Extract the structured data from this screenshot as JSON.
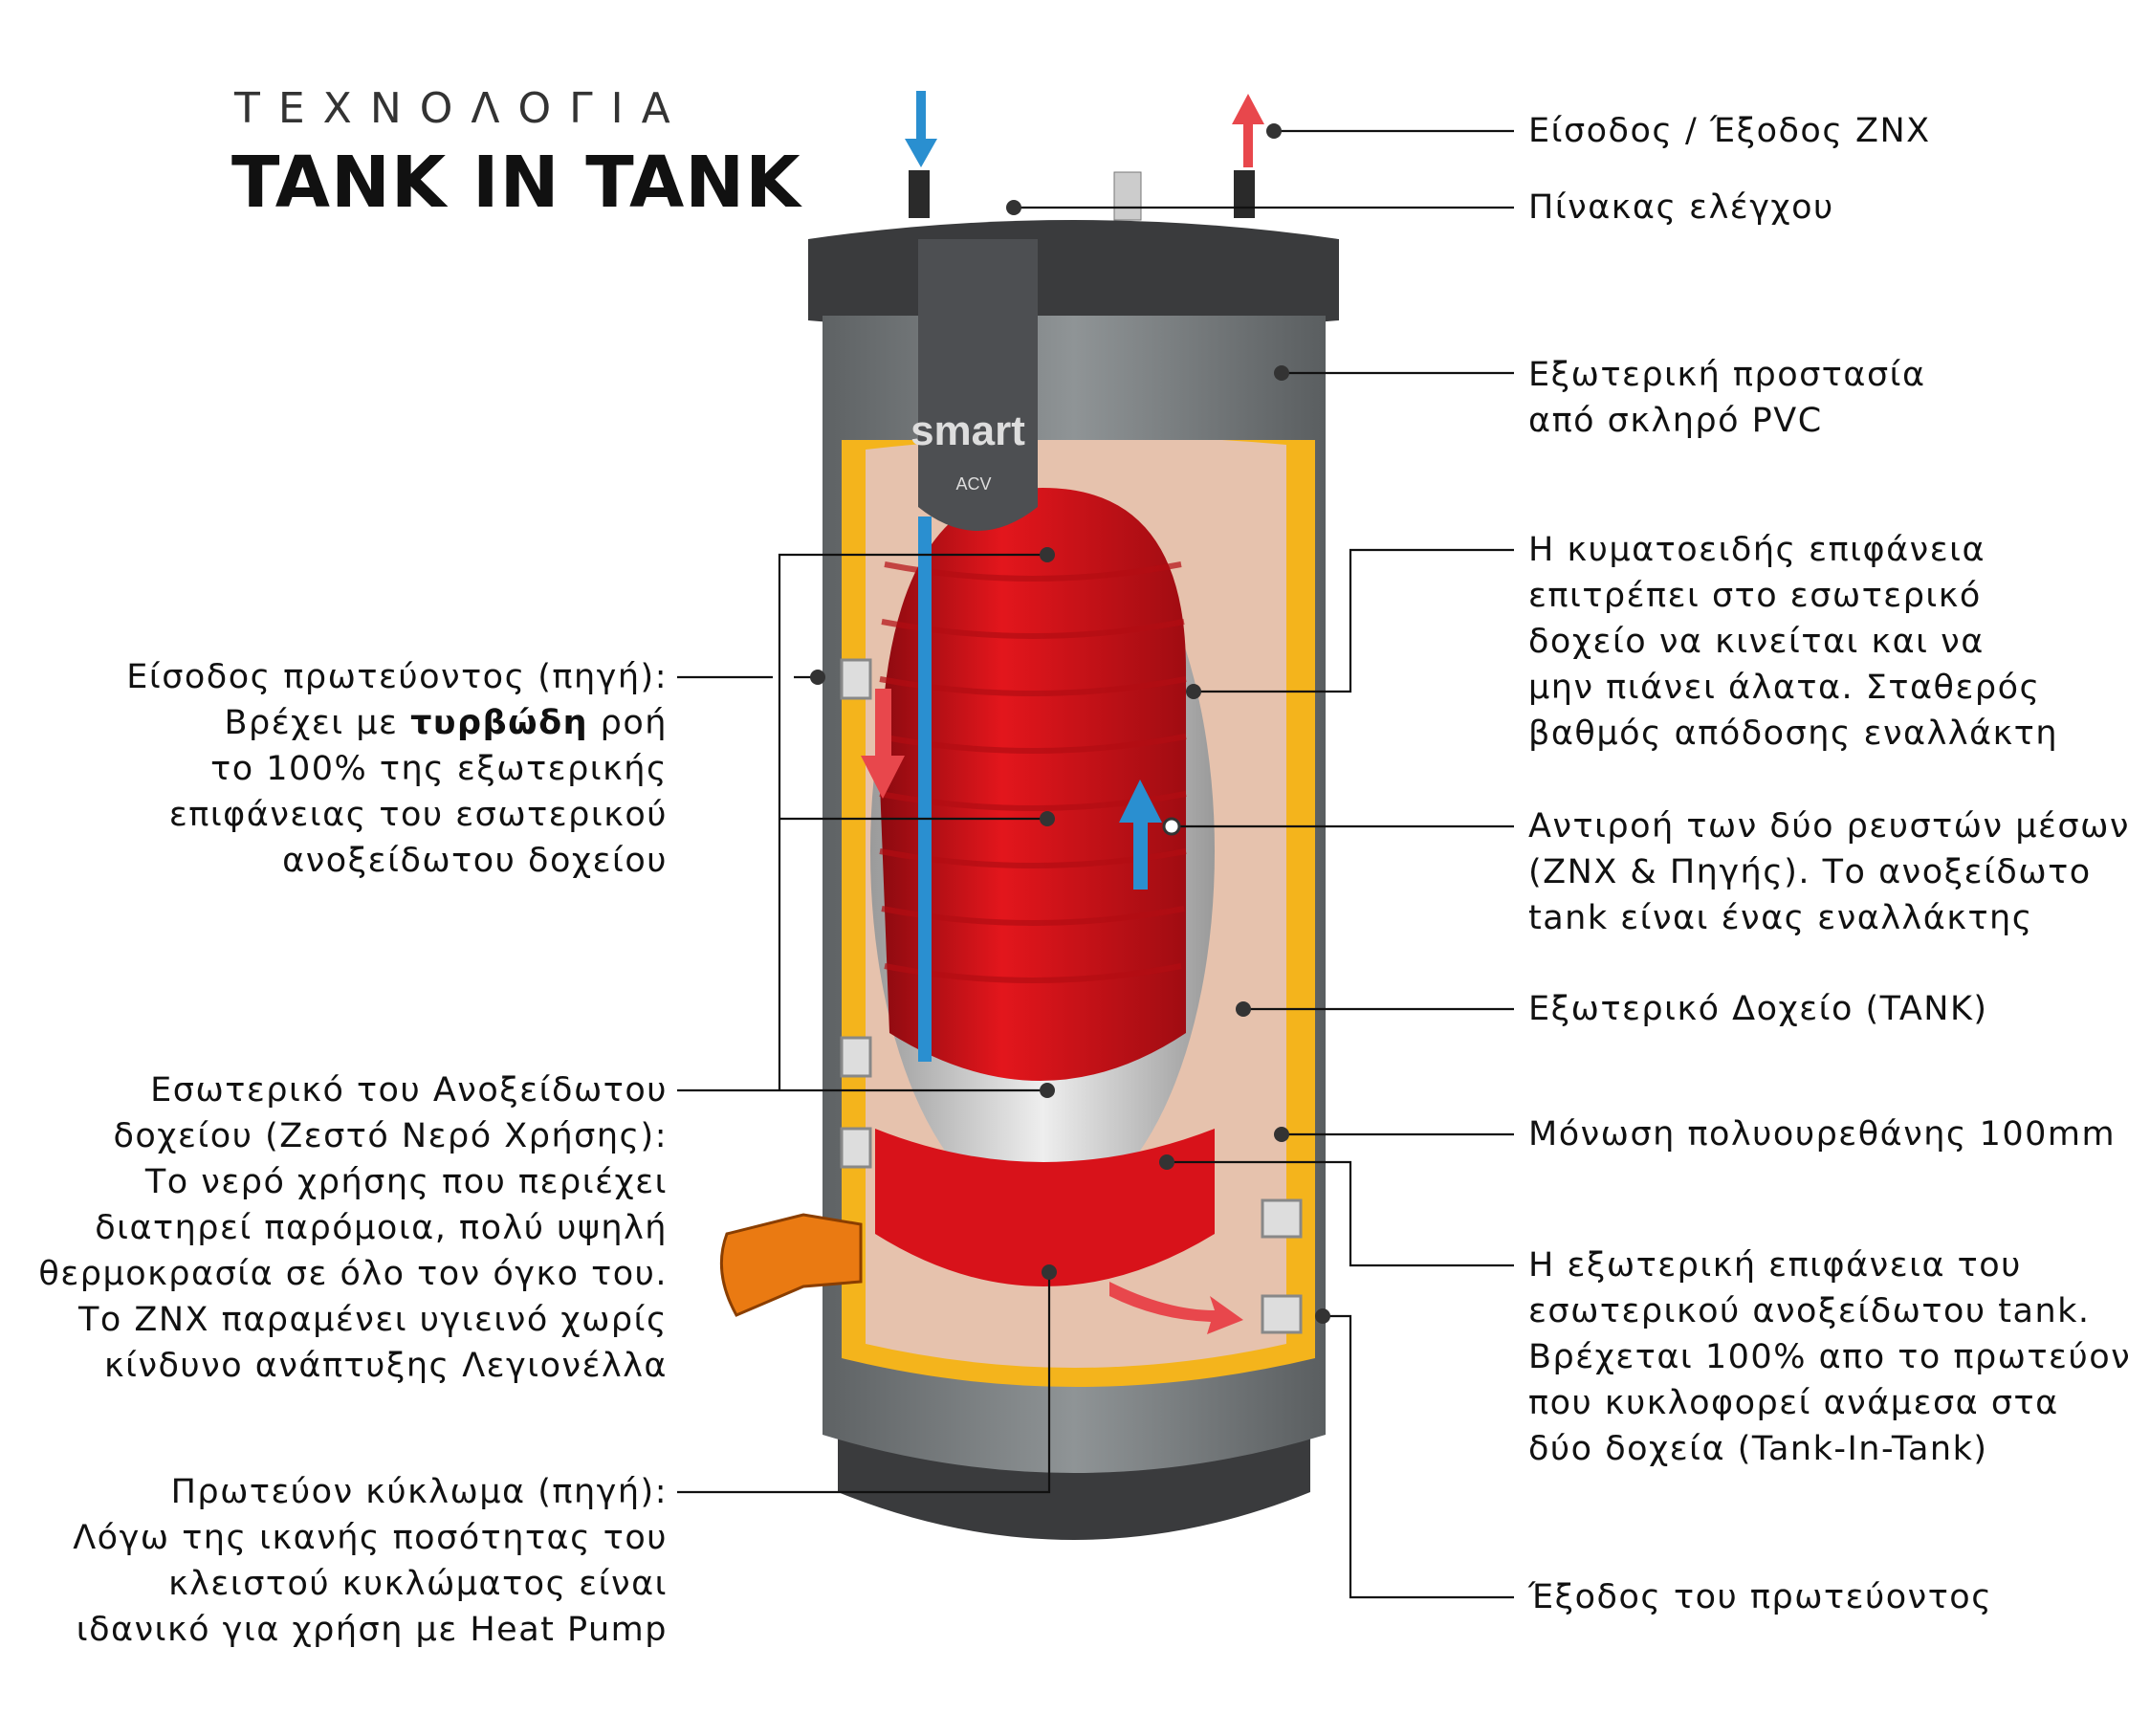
{
  "header": {
    "supertitle": "ΤΕΧΝΟΛΟΓΙΑ",
    "title": "TANK IN TANK"
  },
  "brand": {
    "logo": "smart",
    "sublogo": "ACV"
  },
  "right_labels": [
    {
      "lines": [
        "Είσοδος / Έξοδος ΖΝΧ"
      ]
    },
    {
      "lines": [
        "Πίνακας ελέγχου"
      ]
    },
    {
      "lines": [
        "Εξωτερική προστασία",
        "από σκληρό PVC"
      ]
    },
    {
      "lines": [
        "Η κυματοειδής επιφάνεια",
        "επιτρέπει στο εσωτερικό",
        "δοχείο να κινείται και να",
        "μην πιάνει άλατα. Σταθερός",
        "βαθμός απόδοσης εναλλάκτη"
      ]
    },
    {
      "lines": [
        "Αντιροή των δύο ρευστών μέσων",
        "(ΖΝΧ & Πηγής). Το ανοξείδωτο",
        "tank είναι ένας εναλλάκτης"
      ]
    },
    {
      "lines": [
        "Εξωτερικό Δοχείο (TANK)"
      ]
    },
    {
      "lines": [
        "Μόνωση πολυουρεθάνης 100mm"
      ]
    },
    {
      "lines": [
        "Η εξωτερική επιφάνεια του",
        "εσωτερικού ανοξείδωτου tank.",
        "Βρέχεται 100% απο το πρωτεύον",
        "που κυκλοφορεί ανάμεσα στα",
        "δύο δοχεία (Tank-In-Tank)"
      ]
    },
    {
      "lines": [
        "Έξοδος του πρωτεύοντος"
      ]
    }
  ],
  "left_labels": [
    {
      "lines": [
        "Είσοδος πρωτεύοντος (πηγή):",
        "το 100% της εξωτερικής",
        "επιφάνειας του εσωτερικού",
        "ανοξείδωτου δοχείου"
      ],
      "line2_pre": "Βρέχει με ",
      "line2_bold": "τυρβώδη",
      "line2_post": " ροή"
    },
    {
      "lines": [
        "Εσωτερικό του Ανοξείδωτου",
        "δοχείου (Ζεστό Νερό Χρήσης):",
        "Το νερό χρήσης που περιέχει",
        "διατηρεί παρόμοια, πολύ υψηλή",
        "θερμοκρασία σε όλο τον όγκο του.",
        "Το ΖΝΧ παραμένει υγιεινό χωρίς",
        "κίνδυνο ανάπτυξης Λεγιονέλλα"
      ]
    },
    {
      "lines": [
        "Πρωτεύον κύκλωμα (πηγή):",
        "Λόγω της ικανής ποσότητας του",
        "κλειστού κυκλώματος είναι",
        "ιδανικό για χρήση με Heat Pump"
      ]
    }
  ],
  "colors": {
    "red": "#d8121a",
    "insulation": "#f4b41c",
    "pvc": "#7d8285",
    "cap": "#3a3b3d",
    "blue": "#2a8fd0",
    "beige": "#e6c2ad"
  }
}
